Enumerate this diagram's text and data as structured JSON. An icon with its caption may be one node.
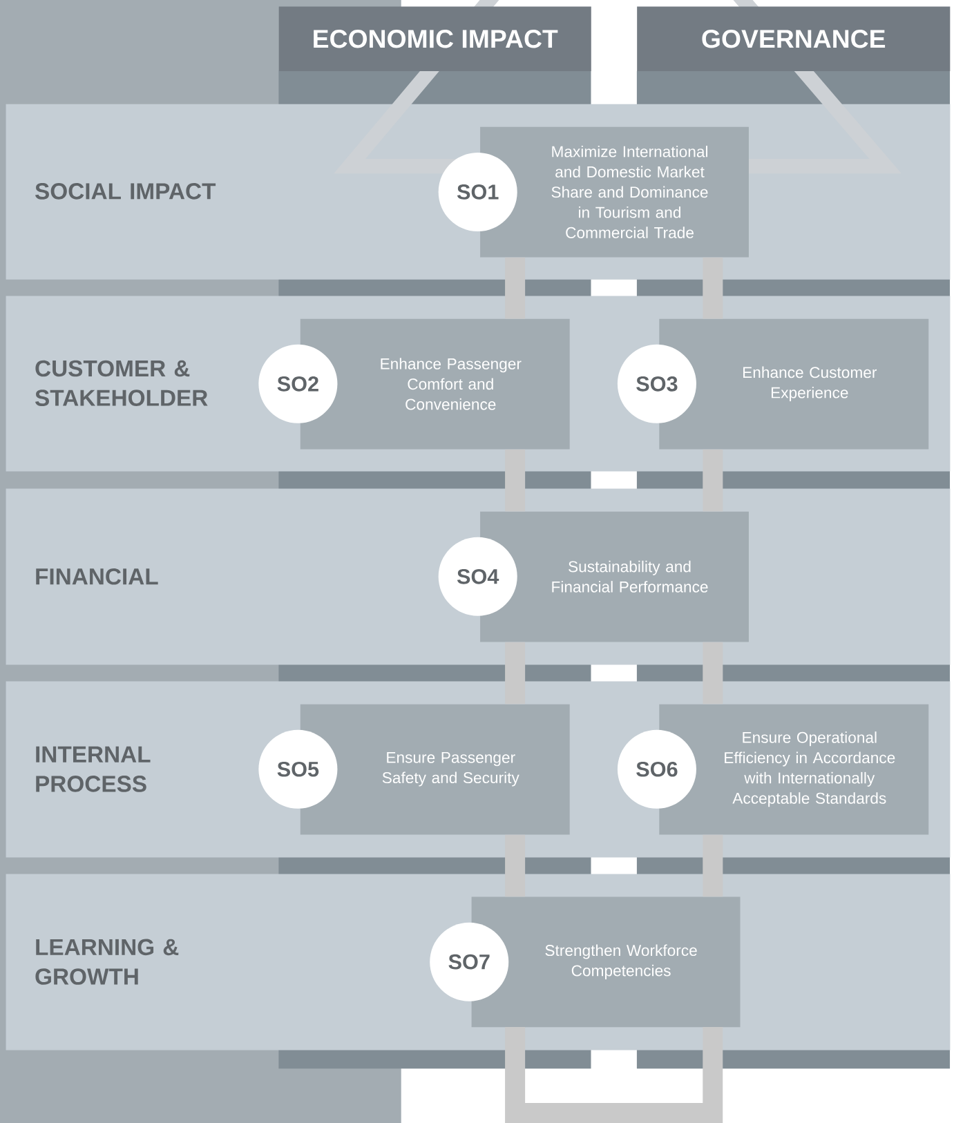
{
  "diagram": {
    "nodes": [
      {
        "text": [
          "ECONOMIC IMPACT"
        ]
      },
      {
        "text": [
          "GOVERNANCE"
        ]
      },
      {
        "text": [
          "SOCIAL IMPACT"
        ]
      },
      {
        "text": [
          "SO1",
          "Maximize International and Domestic Market Share and Dominance in Tourism and Commercial Trade"
        ],
        "in": 2
      },
      {
        "text": [
          "CUSTOMER & STAKEHOLDER"
        ]
      },
      {
        "text": [
          "SO2",
          "Enhance Passenger Comfort and Convenience"
        ],
        "in": 4
      },
      {
        "text": [
          "SO3",
          "Enhance Customer Experience"
        ],
        "in": 4
      },
      {
        "text": [
          "FINANCIAL"
        ]
      },
      {
        "text": [
          "SO4",
          "Sustainability and Financial Performance"
        ],
        "in": 7
      },
      {
        "text": [
          "INTERNAL PROCESS"
        ]
      },
      {
        "text": [
          "SO5",
          "Ensure Passenger Safety and Security"
        ],
        "in": 9
      },
      {
        "text": [
          "SO6",
          "Ensure Operational Efficiency in Accordance with Internationally Acceptable Standards"
        ],
        "in": 9
      },
      {
        "text": [
          "LEARNING & GROWTH"
        ]
      },
      {
        "text": [
          "SO7",
          "Strengthen Workforce Competencies"
        ],
        "in": 12
      }
    ],
    "edges": [
      {
        "from": 3,
        "to": 5,
        "arrow": "none"
      },
      {
        "from": 3,
        "to": 6,
        "arrow": "none"
      },
      {
        "from": 5,
        "to": 8,
        "arrow": "none"
      },
      {
        "from": 6,
        "to": 8,
        "arrow": "none"
      },
      {
        "from": 8,
        "to": 10,
        "arrow": "none"
      },
      {
        "from": 8,
        "to": 11,
        "arrow": "none"
      },
      {
        "from": 10,
        "to": 13,
        "arrow": "none"
      },
      {
        "from": 11,
        "to": 13,
        "arrow": "none"
      }
    ]
  }
}
